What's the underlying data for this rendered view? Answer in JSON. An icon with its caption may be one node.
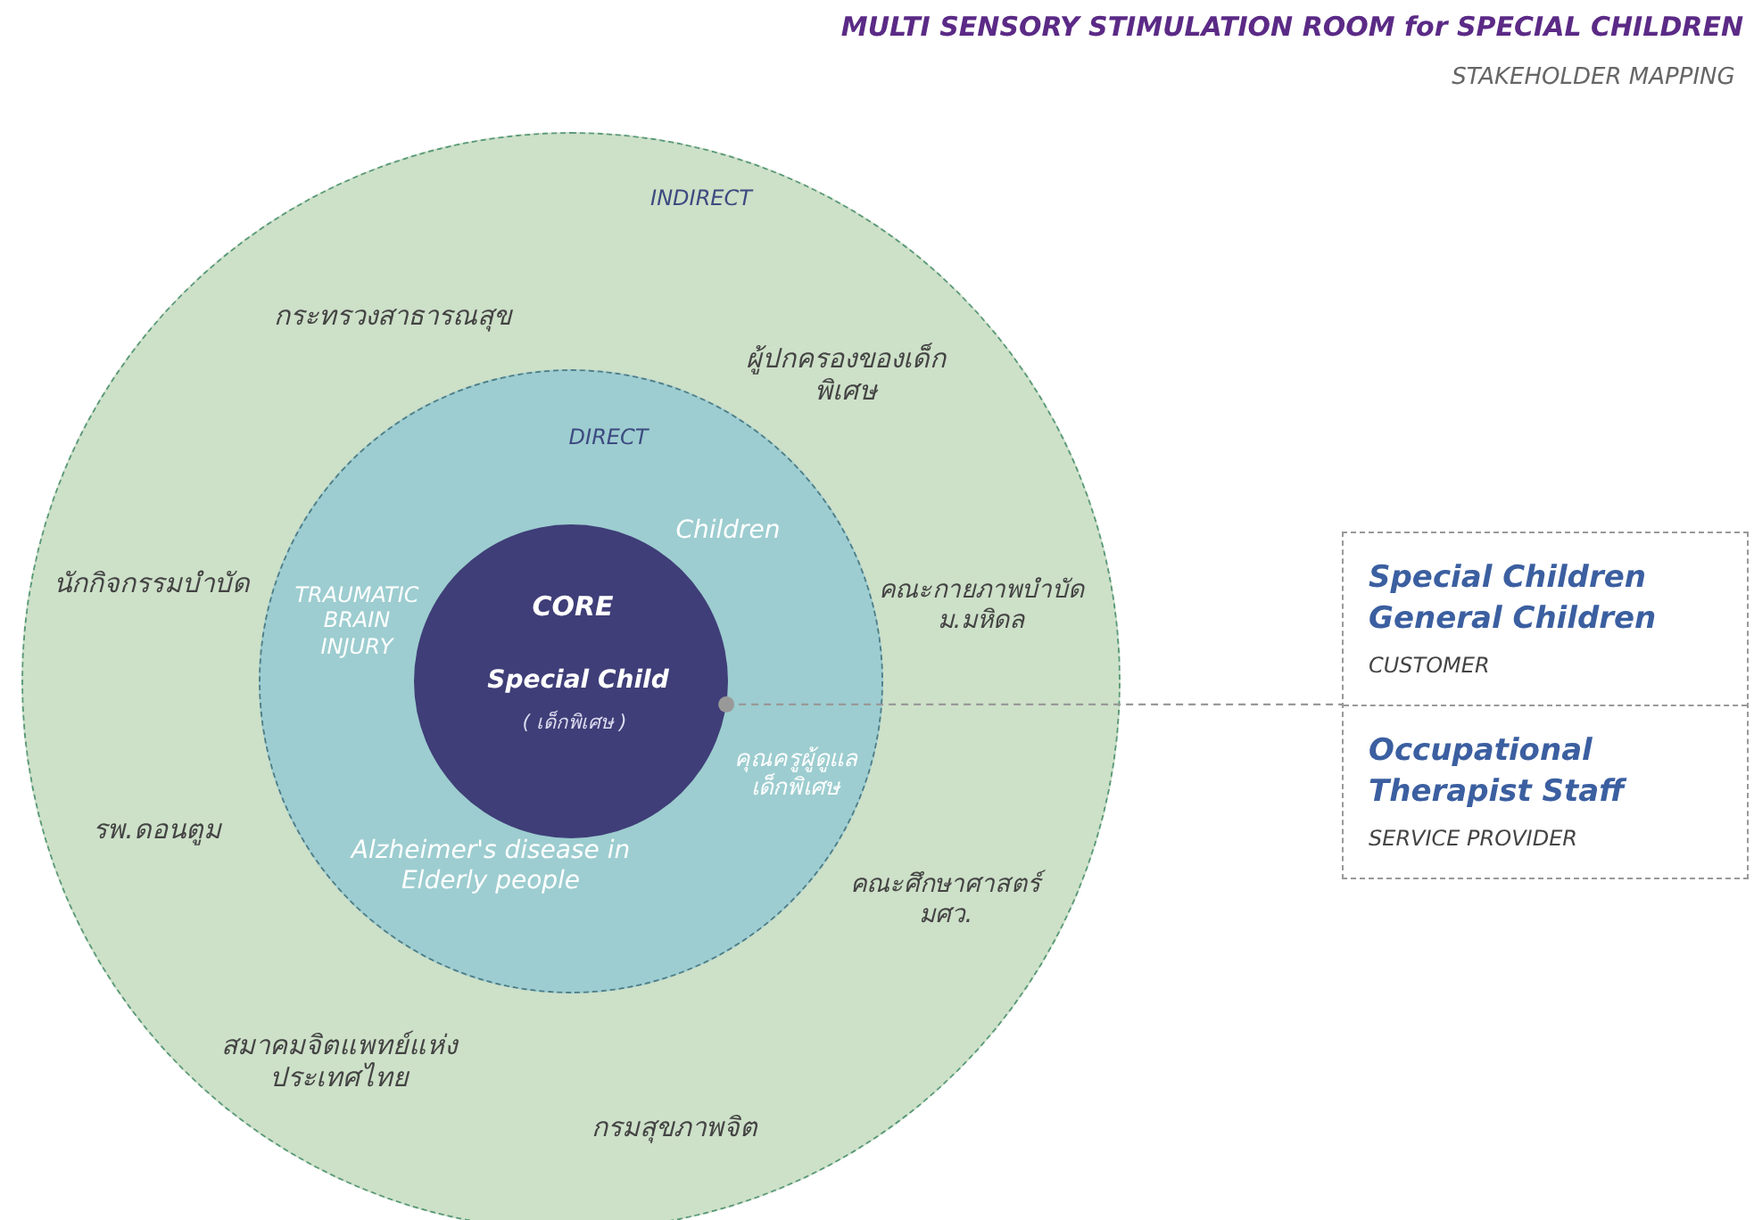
{
  "diagram": {
    "title": "MULTI SENSORY STIMULATION ROOM for SPECIAL CHILDREN",
    "nodes": [
      {
        "text": [
          "INDIRECT"
        ]
      },
      {
        "text": [
          "DIRECT"
        ],
        "in": 0
      },
      {
        "text": [
          "CORE",
          "Special Child",
          "( เด็กพิเศษ )"
        ],
        "in": 1
      },
      {
        "text": [],
        "shape": "box"
      },
      {
        "text": [
          "Special Children General Children",
          "CUSTOMER"
        ],
        "in": 3
      },
      {
        "text": [
          "Occupational Therapist Staff",
          "SERVICE PROVIDER"
        ],
        "in": 3
      }
    ],
    "edges": [
      {
        "from": 2,
        "to": 3,
        "arrow": "other",
        "style": "dashed"
      }
    ],
    "labels": [
      "STAKEHOLDER MAPPING",
      "กระทรวงสาธารณสุข",
      "ผู้ปกครองของเด็กพิเศษ",
      "Children",
      "นักกิจกรรมบำบัด",
      "คณะกายภาพบำบัด ม.มหิดล",
      "TRAUMATIC BRAIN INJURY",
      "คุณครูผู้ดูแลเด็กพิเศษ",
      "รพ.ดอนตูม",
      "Alzheimer's disease in Elderly people",
      "คณะศึกษาศาสตร์ มศว.",
      "สมาคมจิตแพทย์แห่งประเทศไทย",
      "กรมสุขภาพจิต"
    ]
  }
}
